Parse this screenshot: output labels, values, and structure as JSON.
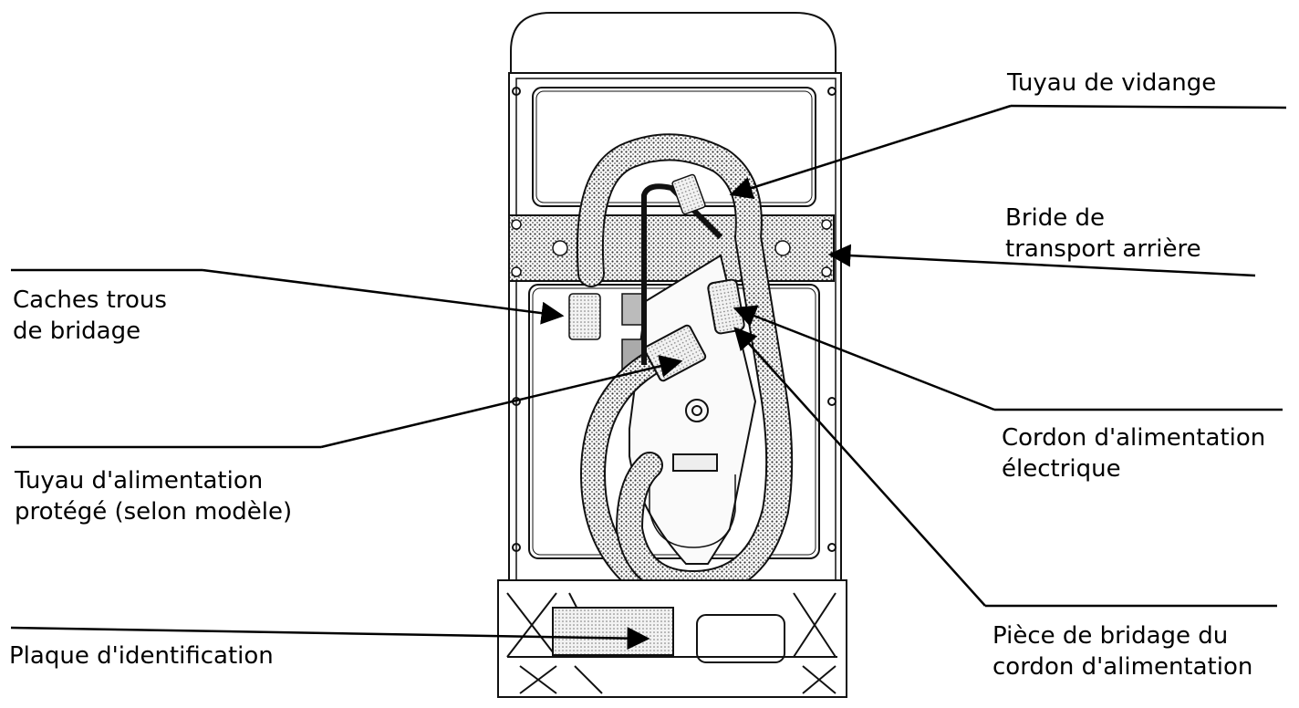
{
  "labels": {
    "drain_hose": "Tuyau de vidange",
    "rear_transport_bracket": [
      "Bride de",
      "transport arrière"
    ],
    "hole_covers": [
      "Caches trous",
      "de bridage"
    ],
    "power_cord": [
      "Cordon d'alimentation",
      "électrique"
    ],
    "inlet_hose": [
      "Tuyau d'alimentation",
      "protégé (selon modèle)"
    ],
    "cord_clamp": [
      "Pièce de bridage du",
      "cordon d'alimentation"
    ],
    "rating_plate": "Plaque d'identification"
  }
}
